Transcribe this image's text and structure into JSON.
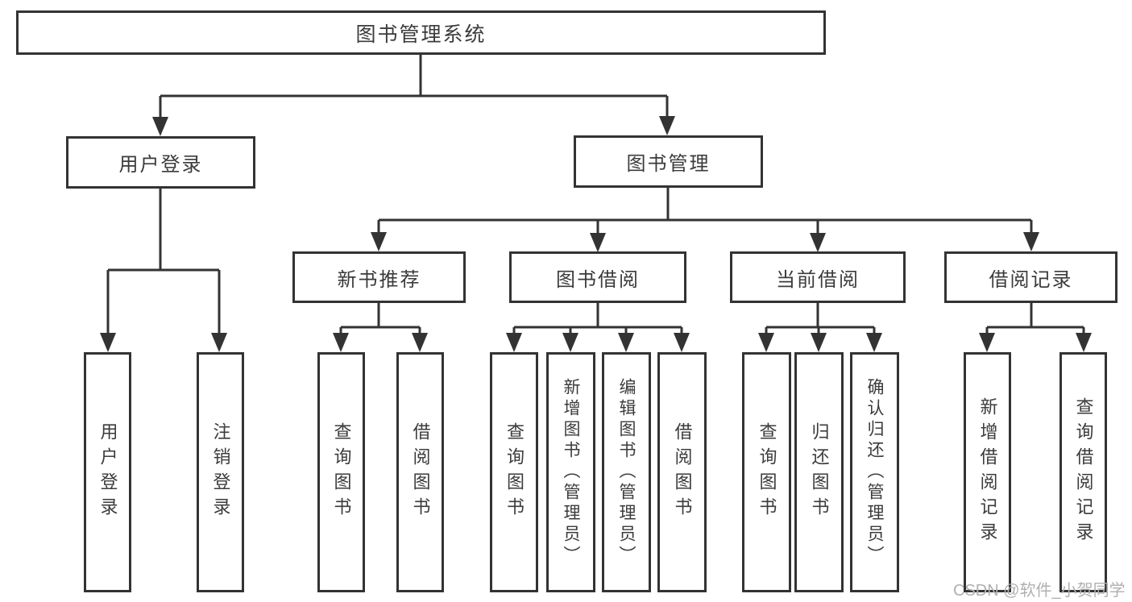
{
  "diagram": {
    "nodes": {
      "root": "图书管理系统",
      "user_login": "用户登录",
      "book_management": "图书管理",
      "new_book_recommend": "新书推荐",
      "book_borrow": "图书借阅",
      "current_borrow": "当前借阅",
      "borrow_records": "借阅记录"
    },
    "leaves": {
      "user": [
        "用户登录",
        "注销登录"
      ],
      "recommend": [
        "查询图书",
        "借阅图书"
      ],
      "borrow": [
        "查询图书",
        "新增图书（管理员）",
        "编辑图书（管理员）",
        "借阅图书"
      ],
      "current": [
        "查询图书",
        "归还图书",
        "确认归还（管理员）"
      ],
      "records": [
        "新增借阅记录",
        "查询借阅记录"
      ]
    },
    "watermark": "CSDN @软件_小贺同学",
    "colors": {
      "line": "#333333",
      "text": "#3b3b3b",
      "watermark": "#b0b0b0",
      "background": "#ffffff"
    }
  }
}
